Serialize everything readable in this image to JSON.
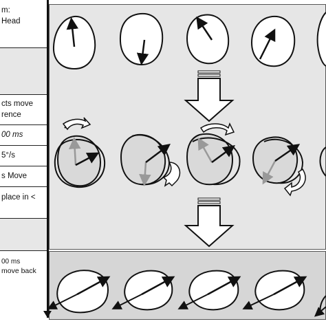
{
  "labels": {
    "top": [
      "m:",
      "Head"
    ],
    "move": [
      "cts move",
      "rence"
    ],
    "duration": "00 ms",
    "speed": "5°/s",
    "mode": "s Move",
    "place": "place in <",
    "bottom": [
      "00 ms",
      "move back"
    ]
  }
}
